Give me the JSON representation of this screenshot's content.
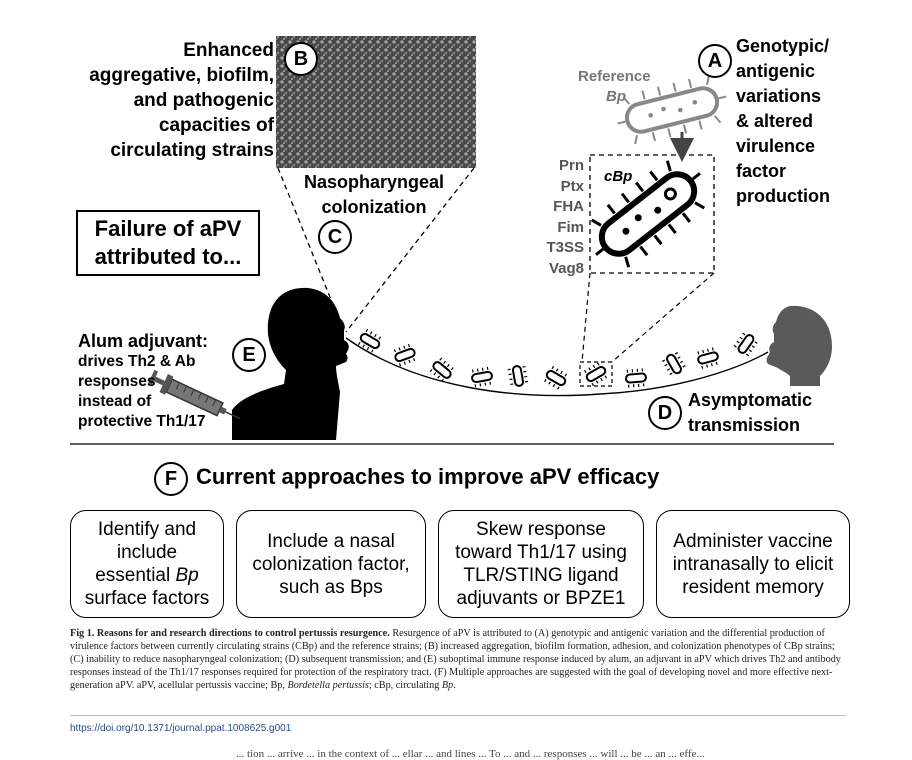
{
  "labels": {
    "A": "A",
    "B": "B",
    "C": "C",
    "D": "D",
    "E": "E",
    "F": "F"
  },
  "panel_b": {
    "lines": [
      "Enhanced",
      "aggregative, biofilm,",
      "and pathogenic",
      "capacities of",
      "circulating strains"
    ]
  },
  "panel_a": {
    "lines": [
      "Genotypic/",
      "antigenic",
      "variations",
      "& altered",
      "virulence",
      "factor",
      "production"
    ],
    "reference_label": "Reference",
    "reference_bp": "Bp",
    "cbp_label": "cBp",
    "factors": [
      "Prn",
      "Ptx",
      "FHA",
      "Fim",
      "T3SS",
      "Vag8"
    ]
  },
  "panel_c": {
    "lines": [
      "Nasopharyngeal",
      "colonization"
    ]
  },
  "failure_box": {
    "lines": [
      "Failure of aPV",
      "attributed to..."
    ]
  },
  "panel_e": {
    "title": "Alum adjuvant:",
    "lines": [
      "drives Th2 & Ab",
      "responses",
      "instead of",
      "protective Th1/17"
    ]
  },
  "panel_d": {
    "lines": [
      "Asymptomatic",
      "transmission"
    ]
  },
  "panel_f": {
    "title": "Current approaches to improve aPV efficacy",
    "boxes": [
      {
        "line1": "Identify and",
        "line2": "include",
        "line3a": "essential ",
        "line3b": "Bp",
        "line4": "surface factors"
      },
      {
        "line1": "Include a nasal",
        "line2": "colonization factor,",
        "line3": "such as Bps"
      },
      {
        "line1": "Skew response",
        "line2": "toward Th1/17 using",
        "line3": "TLR/STING ligand",
        "line4": "adjuvants or BPZE1"
      },
      {
        "line1": "Administer vaccine",
        "line2": "intranasally to elicit",
        "line3": "resident memory"
      }
    ]
  },
  "caption": {
    "title": "Fig 1. Reasons for and research directions to control pertussis resurgence.",
    "body": " Resurgence of aPV is attributed to (A) genotypic and antigenic variation and the differential production of virulence factors between currently circulating strains (CBp) and the reference strains; (B) increased aggregation, biofilm formation, adhesion, and colonization phenotypes of CBp strains; (C) inability to reduce nasopharyngeal colonization; (D) subsequent transmission; and (E) suboptimal immune response induced by alum, an adjuvant in aPV which drives Th2 and antibody responses instead of the Th1/17 responses required for protection of the respiratory tract. (F) Multiple approaches are suggested with the goal of developing novel and more effective next-generation aPV. aPV, acellular pertussis vaccine; Bp, ",
    "italic": "Bordetella pertussis",
    "tail": "; cBp, circulating ",
    "tail_italic": "Bp",
    "tail_end": "."
  },
  "doi": "https://doi.org/10.1371/journal.ppat.1008625.g001",
  "bottom_text": "... tion ... arrive ... in the context of ... ellar ... and lines ... To ... and ... responses ... will ... be ... an ... effe..."
}
